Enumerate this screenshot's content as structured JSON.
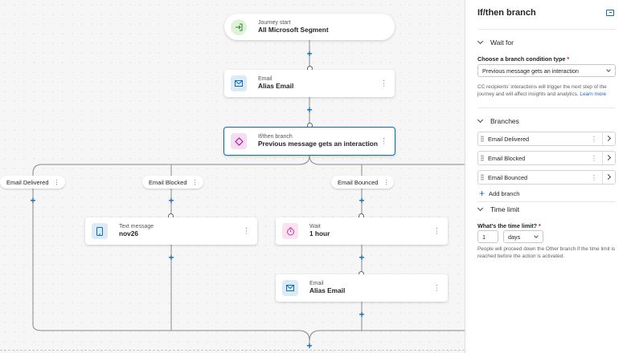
{
  "journey": {
    "start": {
      "caption": "Journey start",
      "name": "All Microsoft Segment"
    },
    "email1": {
      "caption": "Email",
      "name": "Alias Email"
    },
    "branch": {
      "caption": "If/then branch",
      "name": "Previous message gets an interaction"
    },
    "branch_labels": [
      "Email Delivered",
      "Email Blocked",
      "Email Bounced"
    ],
    "sms": {
      "caption": "Text message",
      "name": "nov26"
    },
    "wait": {
      "caption": "Wait",
      "name": "1 hour"
    },
    "email2": {
      "caption": "Email",
      "name": "Alias Email"
    },
    "more_glyph": "⋮",
    "plus_glyph": "+"
  },
  "panel": {
    "title": "If/then branch",
    "wait_for": {
      "heading": "Wait for",
      "condition_label": "Choose a branch condition type",
      "required_mark": "*",
      "condition_value": "Previous message gets an interaction",
      "helper": "CC recipients' interactions will trigger the next step of the journey and will affect insights and analytics.",
      "learn_more": "Learn more"
    },
    "branches": {
      "heading": "Branches",
      "items": [
        "Email Delivered",
        "Email Blocked",
        "Email Bounced"
      ],
      "add_label": "Add branch"
    },
    "time_limit": {
      "heading": "Time limit",
      "question": "What's the time limit?",
      "required_mark": "*",
      "amount": "1",
      "unit": "days",
      "helper": "People will proceed down the Other branch if the time limit is reached before the action is activated."
    }
  },
  "colors": {
    "accent": "#0f6cbd",
    "start_icon_bg": "#dff2d8",
    "email_icon_bg": "#dbeaf7",
    "branch_icon_bg": "#f6dcf1",
    "wait_icon_bg": "#fbe2ef"
  }
}
